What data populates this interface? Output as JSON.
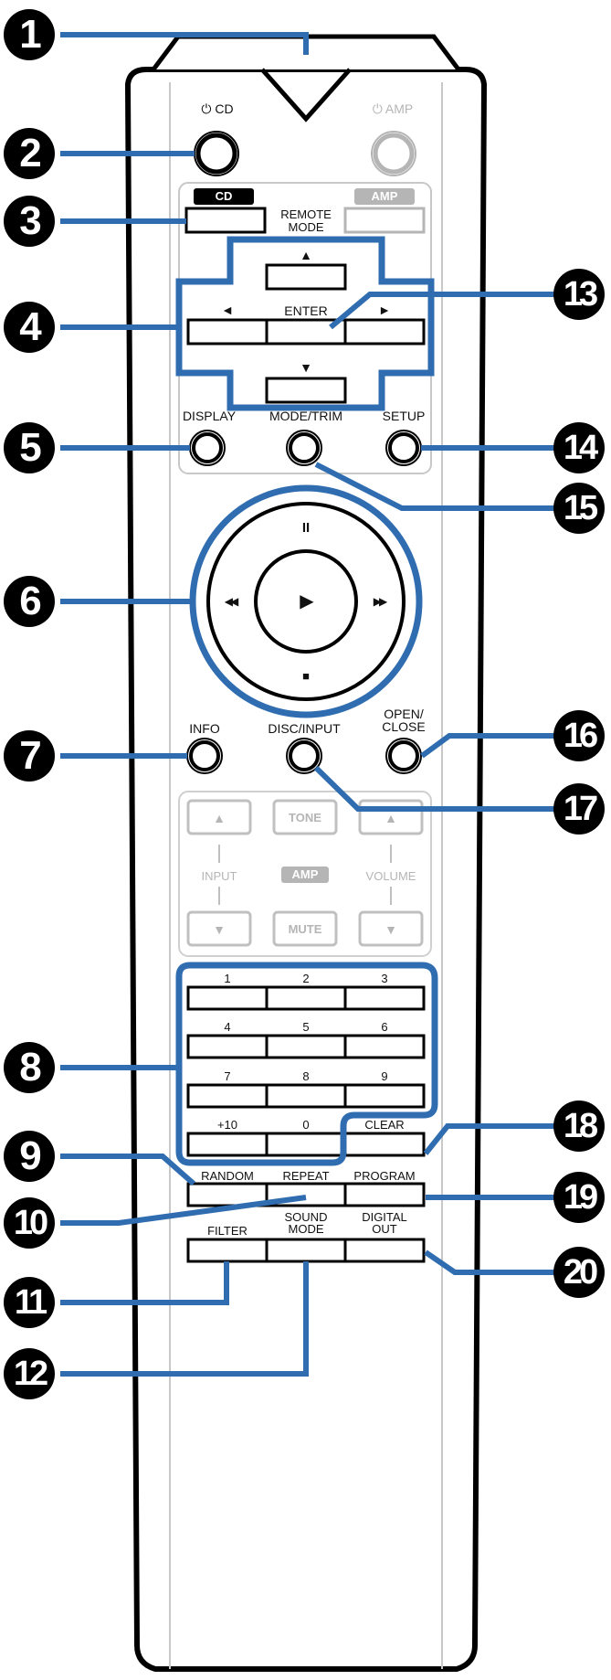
{
  "top": {
    "power_cd_label": "⏻ CD",
    "power_amp_label": "⏻ AMP",
    "cd_badge": "CD",
    "amp_badge": "AMP",
    "remote_mode_label": "REMOTE MODE"
  },
  "cursor": {
    "up": "▲",
    "down": "▼",
    "left": "◄",
    "right": "►",
    "enter": "ENTER"
  },
  "buttons": {
    "display": "DISPLAY",
    "mode_trim": "MODE/TRIM",
    "setup": "SETUP",
    "info": "INFO",
    "disc_input": "DISC/INPUT",
    "open_close": "OPEN/ CLOSE"
  },
  "transport": {
    "pause": "II",
    "prev": "◀◀",
    "play": "▶",
    "next": "▶▶",
    "stop": "■"
  },
  "amp_section": {
    "up": "▲",
    "down": "▼",
    "tone": "TONE",
    "input": "INPUT",
    "amp": "AMP",
    "volume": "VOLUME",
    "mute": "MUTE",
    "vol_up": "▲",
    "vol_down": "▼"
  },
  "numpad": [
    "1",
    "2",
    "3",
    "4",
    "5",
    "6",
    "7",
    "8",
    "9",
    "+10",
    "0",
    "CLEAR"
  ],
  "bottom_buttons": {
    "random": "RANDOM",
    "repeat": "REPEAT",
    "program": "PROGRAM",
    "filter": "FILTER",
    "sound_mode": "SOUND MODE",
    "digital_out": "DIGITAL OUT"
  },
  "callouts": [
    "1",
    "2",
    "3",
    "4",
    "5",
    "6",
    "7",
    "8",
    "9",
    "10",
    "11",
    "12",
    "13",
    "14",
    "15",
    "16",
    "17",
    "18",
    "19",
    "20"
  ],
  "colors": {
    "leader": "#2f6db0",
    "outline": "#000000",
    "inactive": "#b5b5b5"
  }
}
